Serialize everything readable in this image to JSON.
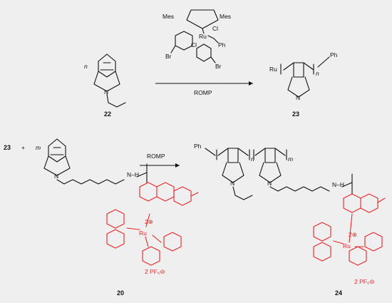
{
  "scheme": {
    "reagent_labels": {
      "mes1": "Mes",
      "mes2": "Mes",
      "ru": "Ru",
      "cl1": "Cl",
      "cl2": "Cl",
      "ph": "Ph",
      "br1": "Br",
      "br2": "Br"
    },
    "row1": {
      "n_prefix": "n",
      "arrow_label": "ROMP",
      "compound22": "22",
      "compound23": "23",
      "ru_end": "Ru",
      "ph_end": "Ph",
      "n_sub": "n"
    },
    "row2": {
      "reactant_prefix": "23",
      "plus": "+",
      "m_prefix": "m",
      "arrow_label": "ROMP",
      "compound20": "20",
      "compound24": "24",
      "ph_end": "Ph",
      "n_sub": "n",
      "m_sub": "m",
      "nh1": "N–H",
      "nh2": "N–H"
    },
    "complex": {
      "metal": "Ru",
      "charge": "2⊕",
      "counterion": "2 PF₆⊖",
      "n_atom": "N"
    }
  }
}
